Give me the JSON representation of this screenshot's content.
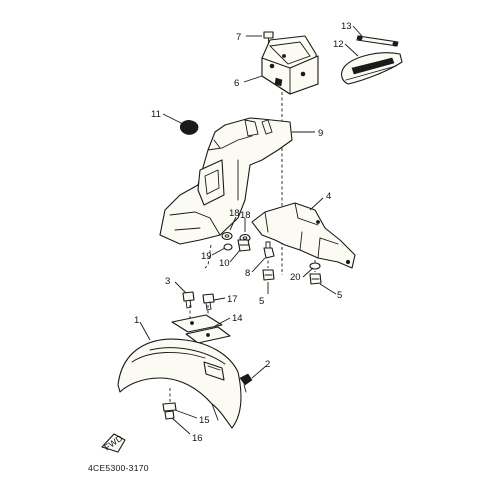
{
  "diagram": {
    "code": "4CE5300-3170",
    "fwd_label": "FWD",
    "callouts": {
      "c1": "1",
      "c2": "2",
      "c3": "3",
      "c4": "4",
      "c5a": "5",
      "c5b": "5",
      "c6": "6",
      "c7": "7",
      "c8": "8",
      "c9": "9",
      "c10": "10",
      "c11": "11",
      "c12": "12",
      "c13": "13",
      "c14": "14",
      "c15": "15",
      "c16": "16",
      "c17": "17",
      "c18a": "18",
      "c18b": "18",
      "c19": "19",
      "c20": "20"
    }
  }
}
